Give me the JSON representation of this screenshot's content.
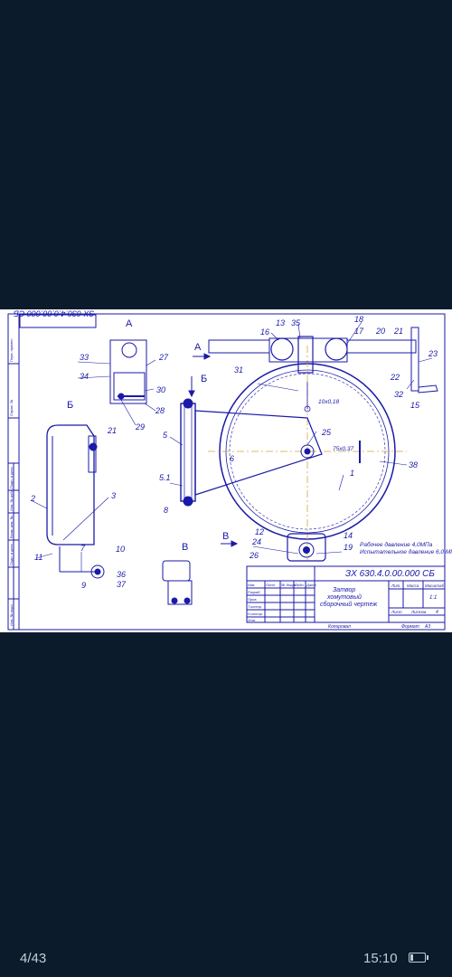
{
  "drawing": {
    "designation": "ЗХ 630.4.0.00.000 СБ",
    "designation_rotated": "ЗХ 630.4.0.00.000 СБ",
    "title_lines": [
      "Затвор",
      "хомутовый",
      "сборочный чертеж"
    ],
    "scale": "1:1",
    "sheet_label": "Лист",
    "sheets_label": "Листов",
    "sheets_count": "4",
    "literature_label": "Лит.",
    "mass_label": "Масса",
    "scale_label": "Масштаб",
    "copied_label": "Копировал",
    "format_label": "Формат",
    "format_value": "А3",
    "notes": [
      "Рабочее давление 4,0МПа",
      "Испытательное давление 6,0 МПа"
    ],
    "dimensions": [
      "10x0,18",
      "75x0,37"
    ],
    "view_labels": [
      "А",
      "Б",
      "В"
    ],
    "callouts": [
      "1",
      "2",
      "3",
      "5",
      "5.1",
      "6",
      "7",
      "8",
      "9",
      "10",
      "11",
      "12",
      "13",
      "14",
      "15",
      "16",
      "17",
      "18",
      "19",
      "20",
      "21",
      "22",
      "23",
      "24",
      "25",
      "26",
      "27",
      "28",
      "29",
      "30",
      "31",
      "32",
      "33",
      "34",
      "35",
      "36",
      "37",
      "38"
    ],
    "title_rows": [
      "Изм.",
      "Лист",
      "№ докум.",
      "Подп.",
      "Дата",
      "Разраб.",
      "Пров.",
      "Т.контр.",
      "Н.контр.",
      "Утв."
    ],
    "side_stamp": [
      "Перв. примен.",
      "Справ. №",
      "Подп. и дата",
      "Инв. № дубл.",
      "Взам. инв. №",
      "Подп. и дата",
      "Инв. № подл."
    ]
  },
  "status_bar": {
    "page_counter": "4/43",
    "time": "15:10",
    "battery_icon": "battery-icon"
  }
}
